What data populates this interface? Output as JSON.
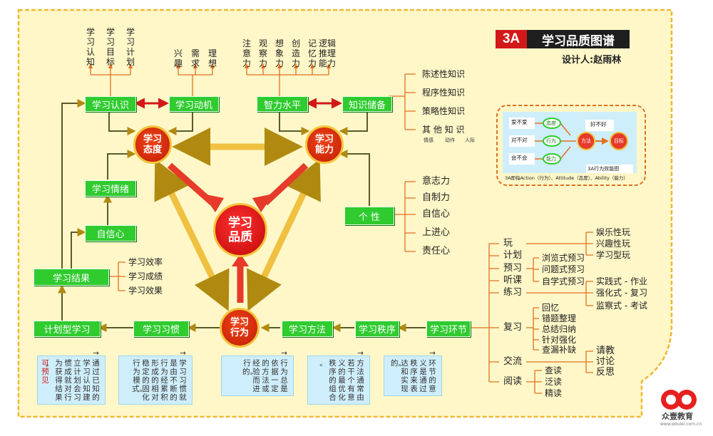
{
  "header": {
    "logo": "3A",
    "title": "学习品质图谱",
    "designer": "设计人:赵雨林"
  },
  "center": "学习品质",
  "hubs": {
    "attitude": "学习态度",
    "ability": "学习能力",
    "behavior": "学习行为"
  },
  "boxes": {
    "cognition": "学习认识",
    "motivation": "学习动机",
    "intelligence": "智力水平",
    "knowledge": "知识储备",
    "emotion": "学习情绪",
    "confidence": "自信心",
    "result": "学习结果",
    "personality": "个  性",
    "planned": "计划型学习",
    "habit": "学习习惯",
    "method": "学习方法",
    "order": "学习秩序",
    "link": "学习环节"
  },
  "cognition_items": [
    "学习认知",
    "学习目标",
    "学习计划"
  ],
  "motivation_items": [
    "兴趣",
    "需求",
    "理想"
  ],
  "intelligence_items": [
    "注意力",
    "观察力",
    "想象力",
    "创造力",
    "记忆力",
    "逻辑推理能力"
  ],
  "knowledge_items": [
    "陈述性知识",
    "程序性知识",
    "策略性知识",
    "其 他 知 识"
  ],
  "knowledge_sub": [
    "情感",
    "动作",
    "人际"
  ],
  "personality_items": [
    "意志力",
    "自制力",
    "自信心",
    "上进心",
    "责任心"
  ],
  "result_items": [
    "学习效率",
    "学习成绩",
    "学习效果"
  ],
  "links": {
    "play": "玩",
    "plan": "计划",
    "preview": "预习",
    "listen": "听课",
    "practice": "练习",
    "review": "复习",
    "exchange": "交流",
    "read": "阅读",
    "play_sub": [
      "娱乐性玩",
      "兴趣性玩",
      "学习型玩"
    ],
    "preview_sub": [
      "浏览式预习",
      "问题式预习",
      "自学式预习"
    ],
    "practice_sub": [
      "实践式 - 作业",
      "强化式 - 复习",
      "监察式 - 考试"
    ],
    "review_sub": [
      "回忆",
      "错题整理",
      "总结归纳",
      "针对强化",
      "查漏补缺"
    ],
    "exchange_sub": [
      "请教",
      "讨论",
      "反思"
    ],
    "read_sub": [
      "查读",
      "泛读",
      "精读"
    ]
  },
  "notes": [
    {
      "prefix": "→",
      "text": "通过已知的学习认知建立计划会习惯成就对行为获得结果。",
      "highlight": "可预见"
    },
    {
      "prefix": "→",
      "text": "学习习惯就是由不断的行为经累积形成的相对稳定的固化行为模式。"
    },
    {
      "prefix": "→",
      "text": "行为总是依据一定的方法或经验而进行的。"
    },
    {
      "prefix": "→",
      "text": "方法通常由若干个有意义的最优化秩序的组合。"
    },
    {
      "prefix": "→",
      "text": "环节的意义是通过秩序来表达和实现的。"
    }
  ],
  "inset": {
    "rows": [
      "爱不爱",
      "对不对",
      "会不会"
    ],
    "nodes": [
      "态度",
      "行为",
      "能力"
    ],
    "method": "方法",
    "goal": "目标",
    "good": "好不好",
    "badge": "3A行为效能图",
    "caption": "3A即指Action（行为）、Attitude（态度）、Ability（能力）"
  },
  "brand": {
    "name": "众壹教育",
    "url": "www.edulei.com.cn"
  }
}
